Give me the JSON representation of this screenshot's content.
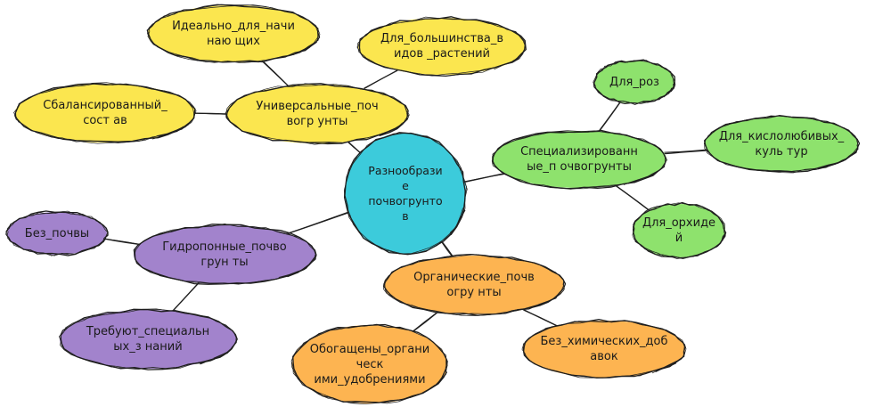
{
  "colors": {
    "center": "#3ccbdb",
    "yellow": "#fbe64f",
    "green": "#8ee26d",
    "purple": "#a283cc",
    "orange": "#fdb451",
    "stroke": "#1f1f1f"
  },
  "nodes": [
    {
      "id": "center",
      "color": "center",
      "lines": [
        "Разнообрази",
        "е",
        "почвогрунто",
        "в"
      ]
    },
    {
      "id": "universal",
      "color": "yellow",
      "lines": [
        "Универсальные_поч",
        "вогр унты"
      ]
    },
    {
      "id": "beginners",
      "color": "yellow",
      "lines": [
        "Идеально_для_начи",
        "наю щих"
      ]
    },
    {
      "id": "most-plants",
      "color": "yellow",
      "lines": [
        "Для_большинства_в",
        "идов _растений"
      ]
    },
    {
      "id": "balanced",
      "color": "yellow",
      "lines": [
        "Сбалансированный_",
        "сост ав"
      ]
    },
    {
      "id": "specialized",
      "color": "green",
      "lines": [
        "Специализированн",
        "ые_п очвогрунты"
      ]
    },
    {
      "id": "roses",
      "color": "green",
      "lines": [
        "Для_роз"
      ]
    },
    {
      "id": "acidophilic",
      "color": "green",
      "lines": [
        "Для_кислолюбивых_",
        "куль тур"
      ]
    },
    {
      "id": "orchids",
      "color": "green",
      "lines": [
        "Для_орхиде",
        "й"
      ]
    },
    {
      "id": "hydroponic",
      "color": "purple",
      "lines": [
        "Гидропонные_почво",
        "грун ты"
      ]
    },
    {
      "id": "no-soil",
      "color": "purple",
      "lines": [
        "Без_почвы"
      ]
    },
    {
      "id": "special-knowledge",
      "color": "purple",
      "lines": [
        "Требуют_специальн",
        "ых_з наний"
      ]
    },
    {
      "id": "organic",
      "color": "orange",
      "lines": [
        "Органические_почв",
        "огру нты"
      ]
    },
    {
      "id": "fertilized",
      "color": "orange",
      "lines": [
        "Обогащены_органи",
        "ческ",
        "ими_удобрениями"
      ]
    },
    {
      "id": "no-chemicals",
      "color": "orange",
      "lines": [
        "Без_химических_доб",
        "авок"
      ]
    }
  ],
  "edges": [
    [
      "center",
      "universal"
    ],
    [
      "universal",
      "beginners"
    ],
    [
      "universal",
      "most-plants"
    ],
    [
      "universal",
      "balanced"
    ],
    [
      "center",
      "specialized"
    ],
    [
      "specialized",
      "roses"
    ],
    [
      "specialized",
      "acidophilic"
    ],
    [
      "specialized",
      "orchids"
    ],
    [
      "center",
      "hydroponic"
    ],
    [
      "hydroponic",
      "no-soil"
    ],
    [
      "hydroponic",
      "special-knowledge"
    ],
    [
      "center",
      "organic"
    ],
    [
      "organic",
      "fertilized"
    ],
    [
      "organic",
      "no-chemicals"
    ]
  ]
}
